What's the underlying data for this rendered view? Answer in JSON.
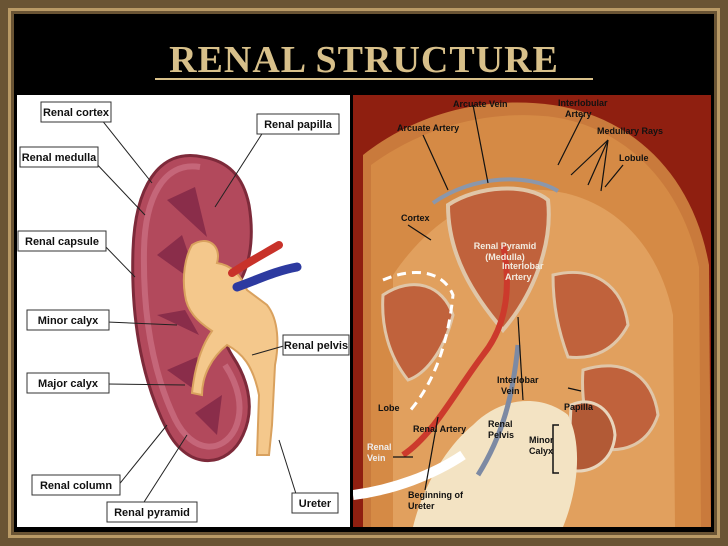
{
  "slide": {
    "title": "RENAL STRUCTURE"
  },
  "left_diagram": {
    "labels": {
      "renal_cortex": "Renal cortex",
      "renal_medulla": "Renal medulla",
      "renal_capsule": "Renal capsule",
      "minor_calyx": "Minor calyx",
      "major_calyx": "Major calyx",
      "renal_column": "Renal column",
      "renal_pyramid": "Renal pyramid",
      "renal_papilla": "Renal papilla",
      "renal_pelvis": "Renal pelvis",
      "ureter": "Ureter"
    }
  },
  "right_diagram": {
    "labels": {
      "arcuate_vein": "Arcuate Vein",
      "interlobular_artery": [
        "Interlobular",
        "Artery"
      ],
      "arcuate_artery": "Arcuate Artery",
      "medullary_rays": "Medullary Rays",
      "lobule": "Lobule",
      "cortex": "Cortex",
      "renal_pyramid": [
        "Renal Pyramid",
        "(Medulla)"
      ],
      "interlobar_artery": [
        "Interlobar",
        "Artery"
      ],
      "interlobar_vein": [
        "Interlobar",
        "Vein"
      ],
      "papilla": "Papilla",
      "lobe": "Lobe",
      "renal_artery": "Renal Artery",
      "renal_pelvis": [
        "Renal",
        "Pelvis"
      ],
      "minor_calyx": [
        "Minor",
        "Calyx"
      ],
      "renal_vein": [
        "Renal",
        "Vein"
      ],
      "beginning_of_ureter": [
        "Beginning of",
        "Ureter"
      ]
    }
  }
}
